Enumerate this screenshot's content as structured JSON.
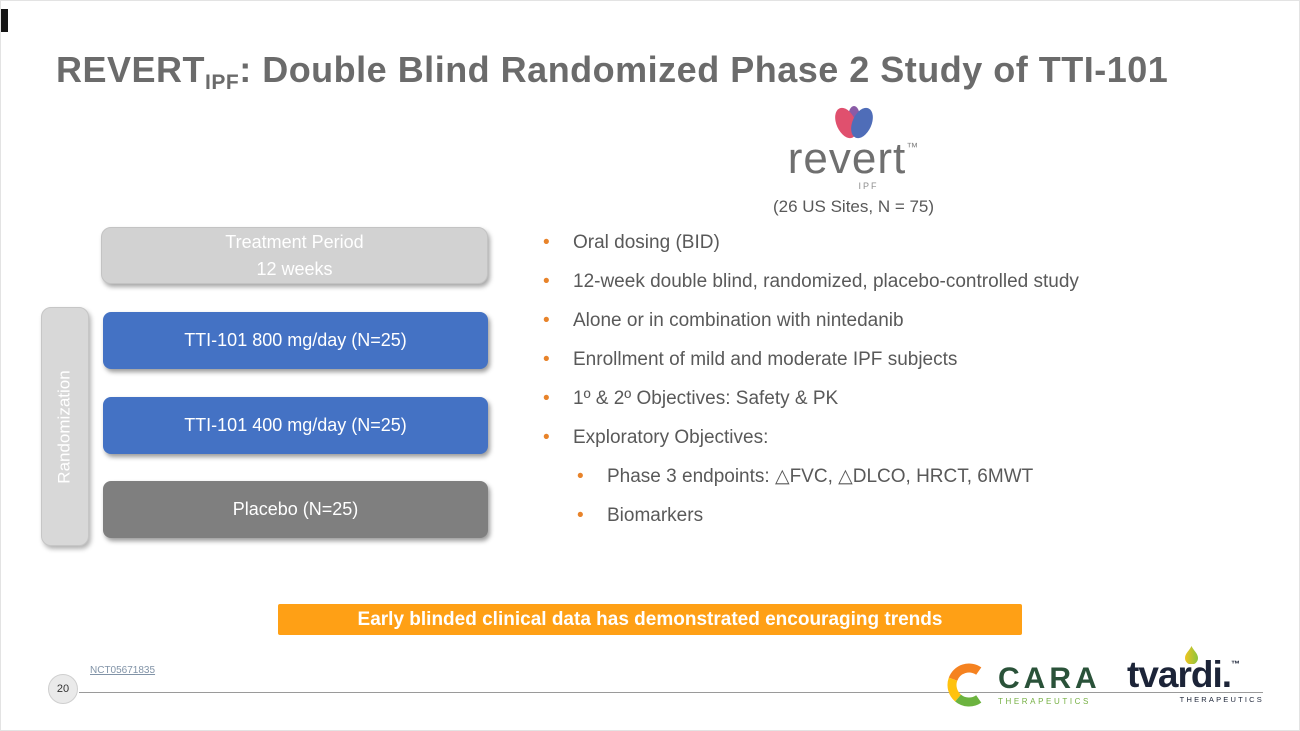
{
  "slide": {
    "title": {
      "prefix": "REVERT",
      "subscript": "IPF",
      "suffix": ": Double Blind Randomized Phase 2 Study of TTI-101"
    },
    "page_number": "20"
  },
  "revert_logo": {
    "wordmark": "revert",
    "trademark": "™",
    "subtitle": "IPF",
    "sites_line": "(26 US Sites, N = 75)"
  },
  "diagram": {
    "randomization_label": "Randomization",
    "treatment_period_line1": "Treatment Period",
    "treatment_period_line2": "12 weeks",
    "arms": [
      {
        "label": "TTI-101 800 mg/day (N=25)",
        "color": "#4472c4"
      },
      {
        "label": "TTI-101 400 mg/day (N=25)",
        "color": "#4472c4"
      },
      {
        "label": "Placebo (N=25)",
        "color": "#7f7f7f"
      }
    ]
  },
  "bullets": {
    "marker": "•",
    "accent_color": "#e8832a",
    "items": [
      {
        "text": "Oral dosing (BID)",
        "level": 1
      },
      {
        "text": "12-week double blind, randomized, placebo-controlled study",
        "level": 1
      },
      {
        "text": "Alone or in combination with nintedanib",
        "level": 1
      },
      {
        "text": "Enrollment of mild and moderate IPF subjects",
        "level": 1
      },
      {
        "text": "1º & 2º Objectives: Safety & PK",
        "level": 1
      },
      {
        "text": "Exploratory Objectives:",
        "level": 1
      },
      {
        "text": "Phase 3 endpoints: △FVC, △DLCO, HRCT, 6MWT",
        "level": 2
      },
      {
        "text": "Biomarkers",
        "level": 2
      }
    ]
  },
  "banner": {
    "text": "Early blinded clinical data has demonstrated encouraging trends",
    "color": "#ffa015"
  },
  "footer": {
    "nct_link": "NCT05671835",
    "cara": {
      "name": "CARA",
      "subtitle": "THERAPEUTICS"
    },
    "tvardi": {
      "name": "tvardi.",
      "trademark": "™",
      "subtitle": "THERAPEUTICS"
    }
  }
}
